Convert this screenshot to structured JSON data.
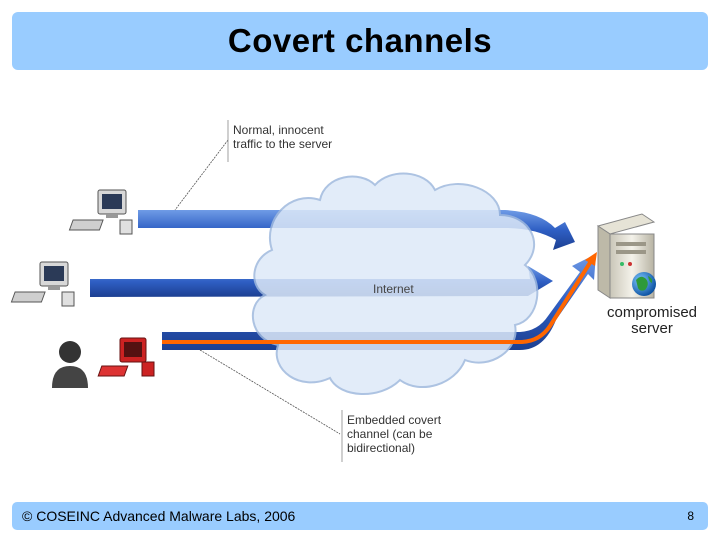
{
  "slide": {
    "title": "Covert channels",
    "footer_text": "© COSEINC Advanced Malware Labs, 2006",
    "page_number": "8"
  },
  "diagram": {
    "cloud_label": "Internet",
    "normal_traffic_label": "Normal, innocent\ntraffic to the server",
    "covert_channel_label": "Embedded covert\nchannel (can be\nbidirectional)",
    "server_label": "compromised\nserver"
  },
  "colors": {
    "title_bar": "#99ccff",
    "flow_arrow": "#3366cc",
    "covert_line": "#ff6600",
    "cloud_fill": "#dde9f8",
    "attacker_computer": "#cc2222"
  }
}
